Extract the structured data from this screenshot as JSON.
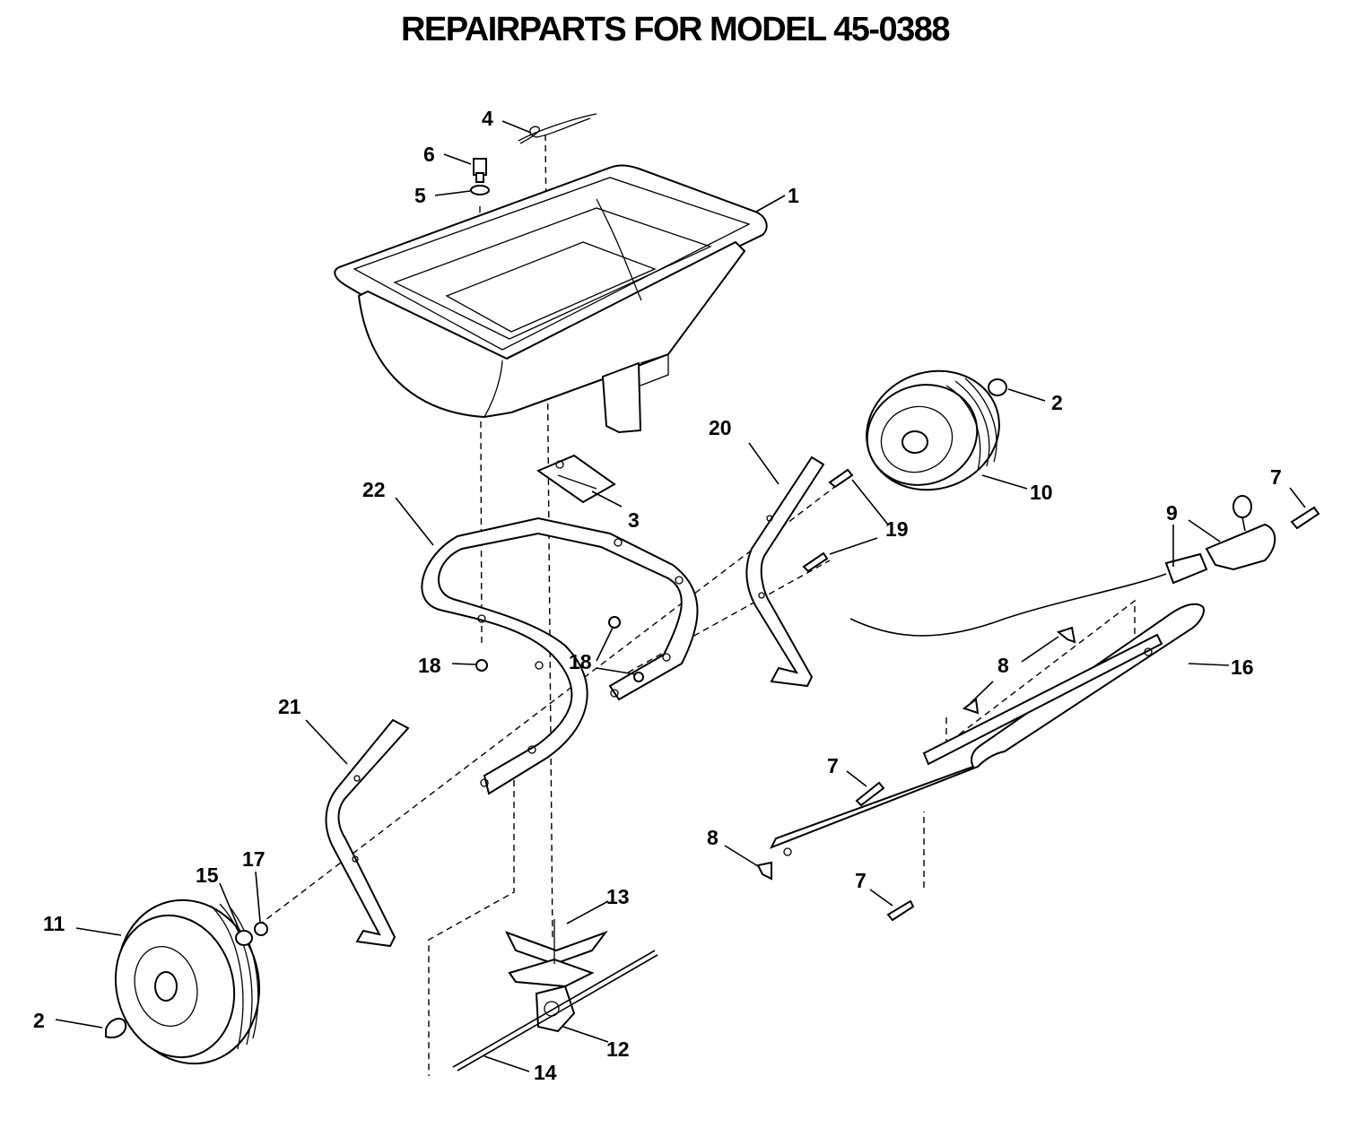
{
  "title": "REPAIRPARTS FOR MODEL 45-0388",
  "labels": {
    "hopper": "1",
    "hub_cap_right": "2",
    "hub_cap_left": "2",
    "shutoff_plate": "3",
    "hairpin_cotter": "4",
    "washer_top": "5",
    "bolt_top": "6",
    "bolt_right_handle": "7",
    "bolt_handle_mid": "7",
    "bolt_handle_low": "7",
    "wing_nut_upper": "8",
    "wing_nut_lower": "8",
    "control_cable": "9",
    "wheel_right": "10",
    "wheel_left": "11",
    "gearbox": "12",
    "spinner": "13",
    "axle": "14",
    "spacer": "15",
    "handle": "16",
    "nut_axle": "17",
    "nut_frame_left": "18",
    "nut_frame_right": "18",
    "bolt_leg": "19",
    "leg_right": "20",
    "leg_left": "21",
    "frame": "22"
  }
}
